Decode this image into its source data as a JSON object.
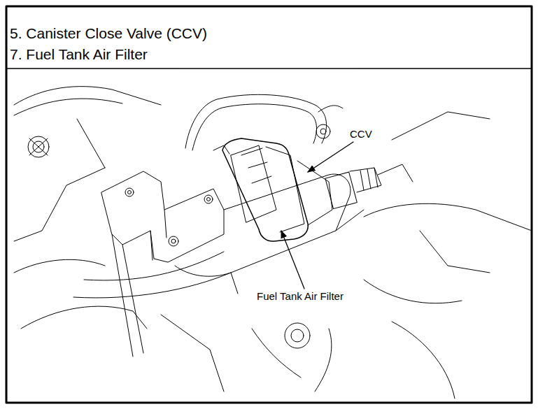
{
  "diagram": {
    "labels": [
      "5. Canister Close Valve (CCV)",
      "7. Fuel Tank Air Filter",
      "CCV",
      "Fuel Tank Air Filter"
    ]
  }
}
